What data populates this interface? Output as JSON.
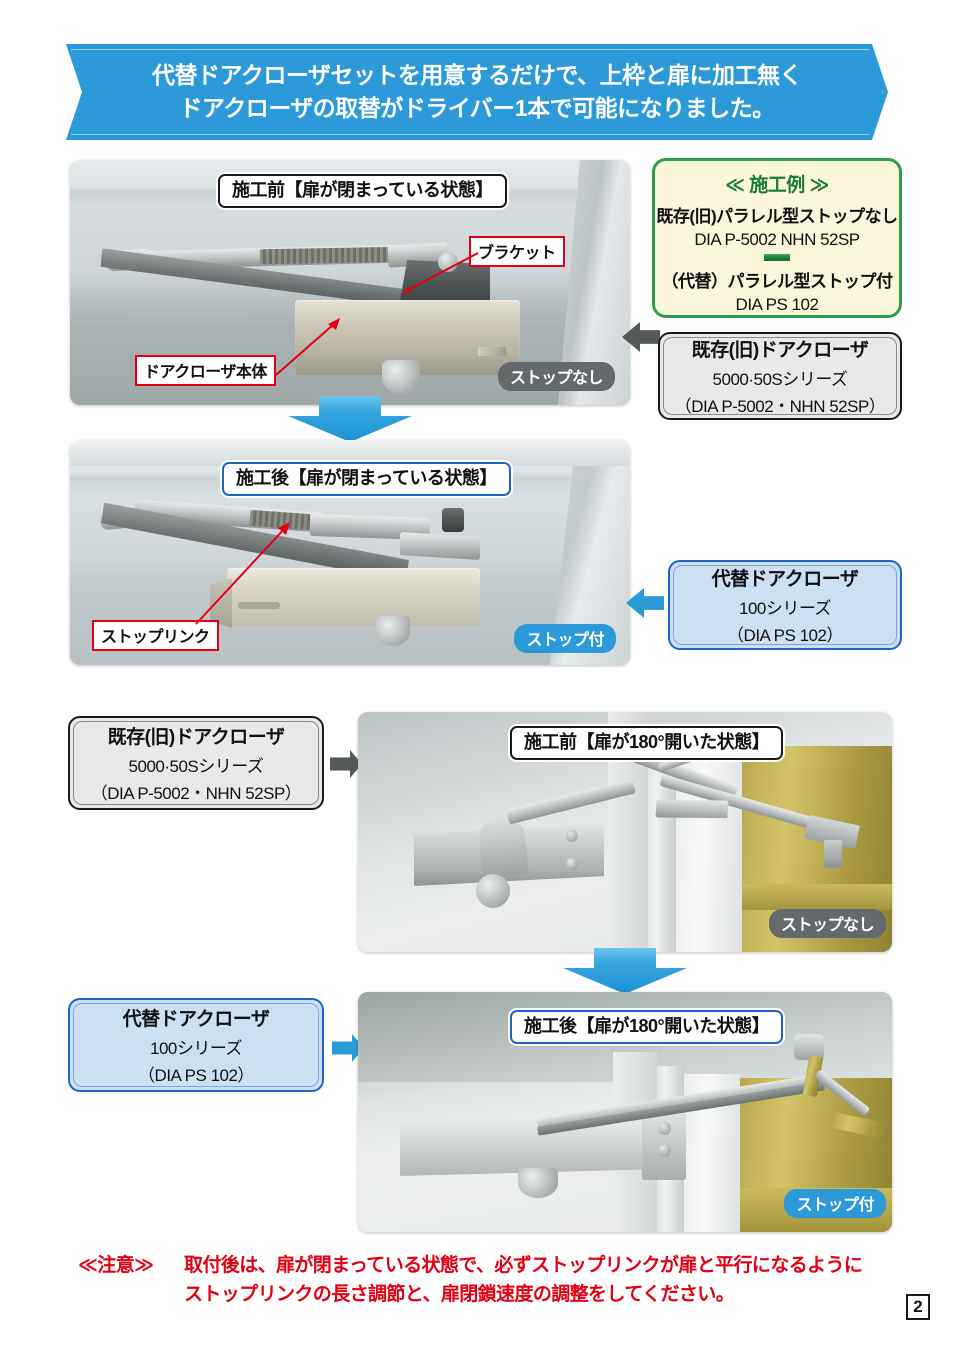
{
  "banner": {
    "line1": "代替ドアクローザセットを用意するだけで、上枠と扉に加工無く",
    "line2": "ドアクローザの取替がドライバー1本で可能になりました。"
  },
  "example_box": {
    "title": "≪ 施工例 ≫",
    "before_label": "既存(旧)パラレル型ストップなし",
    "before_model": "DIA P-5002 NHN 52SP",
    "after_label": "（代替）パラレル型ストップ付",
    "after_model": "DIA PS 102"
  },
  "photos": {
    "p1": {
      "title": "施工前【扉が閉まっている状態】",
      "badge": "ストップなし",
      "label_bracket": "ブラケット",
      "label_body": "ドアクローザ本体"
    },
    "p2": {
      "title": "施工後【扉が閉まっている状態】",
      "badge": "ストップ付",
      "label_stoplink": "ストップリンク"
    },
    "p3": {
      "title": "施工前【扉が180°開いた状態】",
      "badge": "ストップなし"
    },
    "p4": {
      "title": "施工後【扉が180°開いた状態】",
      "badge": "ストップ付"
    }
  },
  "callouts": {
    "existing_top": {
      "line1": "既存(旧)ドアクローザ",
      "line2": "5000·50Sシリーズ",
      "line3": "（DIA P-5002・NHN 52SP）"
    },
    "replacement_top": {
      "line1": "代替ドアクローザ",
      "line2": "100シリーズ",
      "line3": "（DIA PS 102）"
    },
    "existing_bottom": {
      "line1": "既存(旧)ドアクローザ",
      "line2": "5000·50Sシリーズ",
      "line3": "（DIA P-5002・NHN 52SP）"
    },
    "replacement_bottom": {
      "line1": "代替ドアクローザ",
      "line2": "100シリーズ",
      "line3": "（DIA PS 102）"
    }
  },
  "caution": {
    "head": "≪注意≫",
    "line1": "取付後は、扉が閉まっている状態で、必ずストップリンクが扉と平行になるように",
    "line2": "ストップリンクの長さ調節と、扉閉鎖速度の調整をしてください。"
  },
  "page_number": "2",
  "colors": {
    "brand_blue": "#2c9ad8",
    "caution_red": "#e40012",
    "example_green": "#2e9d4a",
    "example_bg": "#faf6dc",
    "callout_blue_bg": "#cde0f2",
    "callout_gray_bg": "#e9e9e9",
    "badge_gray": "#64696b"
  }
}
